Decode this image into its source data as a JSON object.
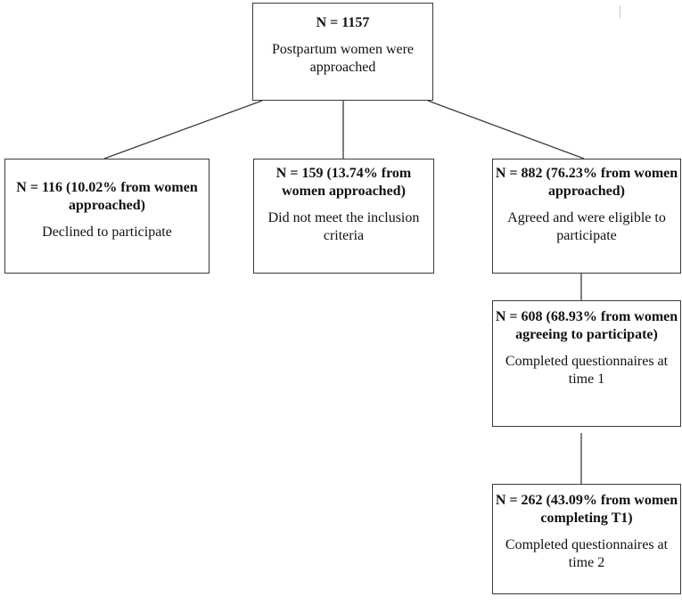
{
  "diagram": {
    "root": {
      "count": "N = 1157",
      "description": "Postpartum women were approached"
    },
    "declined": {
      "count": "N = 116 (10.02% from women approached)",
      "description": "Declined to participate"
    },
    "excluded": {
      "count": "N = 159 (13.74% from women approached)",
      "description": "Did not meet the inclusion criteria"
    },
    "agreed": {
      "count": "N = 882 (76.23% from women approached)",
      "description": "Agreed and were eligible to participate"
    },
    "time1": {
      "count": "N = 608 (68.93% from women agreeing to participate)",
      "description": "Completed questionnaires at time 1"
    },
    "time2": {
      "count": "N = 262 (43.09% from women completing T1)",
      "description": "Completed questionnaires at time 2"
    }
  }
}
